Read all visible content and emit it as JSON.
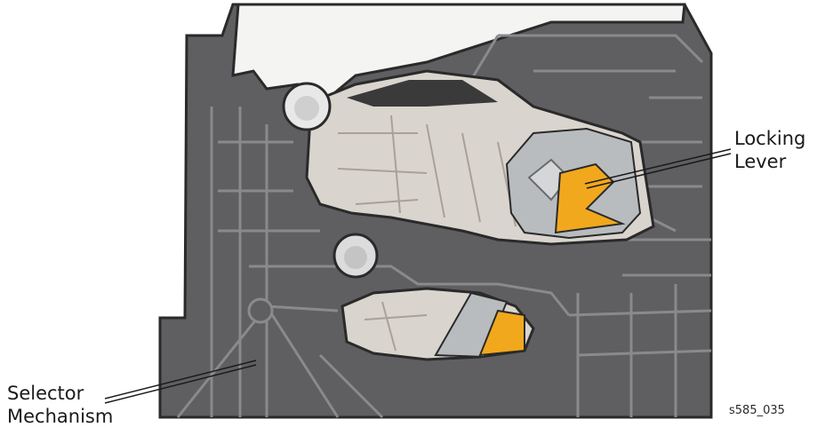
{
  "labels": {
    "locking_lever": {
      "line1": "Locking",
      "line2": "Lever"
    },
    "selector_mechanism": {
      "line1": "Selector",
      "line2": "Mechanism"
    }
  },
  "figure_id": "s585_035",
  "colors": {
    "housing": "#5f5f61",
    "housing_rib": "#8a8a8c",
    "interior": "#d9d4cd",
    "component_grey": "#b9bcbf",
    "lever_orange": "#f2a81d",
    "top_cover": "#f4f4f2",
    "outline": "#2a2a2a"
  }
}
